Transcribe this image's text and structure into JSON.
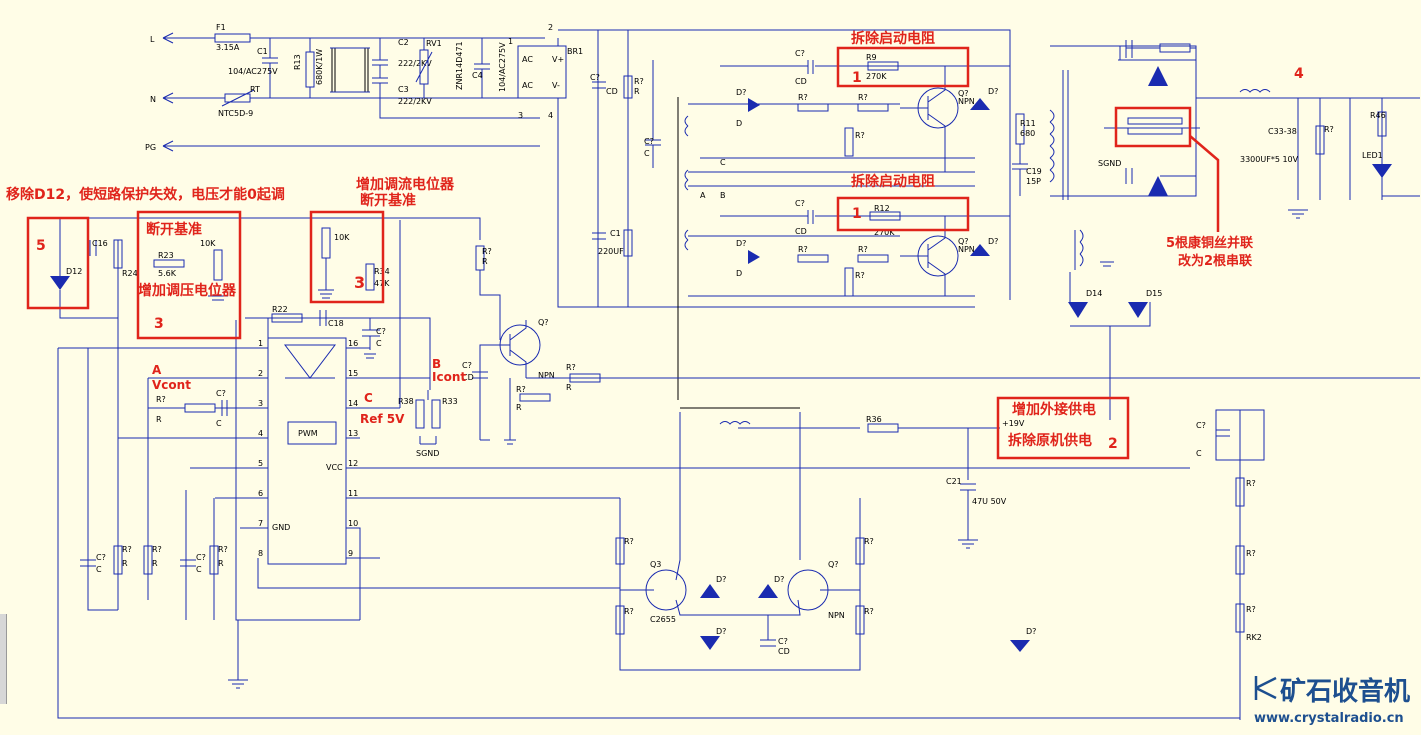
{
  "colors": {
    "background": "#fffde7",
    "wire": "#1a2bb0",
    "annotation": "#e0241b",
    "logo_blue": "#1d4f8f"
  },
  "terminals": {
    "L": "L",
    "N": "N",
    "PG": "PG"
  },
  "input": {
    "f1": "F1",
    "f1v": "3.15A",
    "c1": "C1",
    "c1v": "104/AC275V",
    "rt": "RT",
    "rtv": "NTC5D-9",
    "r13": "R13",
    "r13v": "680K/1W",
    "c2": "C2",
    "c2v": "222/2KV",
    "c3": "C3",
    "c3v": "222/2KV",
    "rv1": "RV1",
    "rv1v": "ZNR14D471",
    "c4": "C4",
    "c4v": "104/AC275V",
    "br1": "BR1",
    "ac1": "AC",
    "ac2": "AC",
    "vp": "V+",
    "vm": "V-",
    "p2": "2",
    "p3": "3",
    "p4": "4",
    "p1": "1"
  },
  "parts": {
    "c7": "C?",
    "cd": "CD",
    "d7": "D?",
    "d": "D",
    "r7": "R?",
    "r": "R",
    "c": "C",
    "npn": "NPN",
    "q7": "Q?",
    "r9": "R9",
    "r9v": "270K",
    "r12": "R12",
    "r12v": "270K",
    "r11": "R11",
    "r11v": "680",
    "c19": "C19",
    "c19v": "15P",
    "c1b": "C1",
    "c1bv": "220UF",
    "nA": "A",
    "nB": "B",
    "nC": "C",
    "r36": "R36",
    "v19": "+19V",
    "c21": "C21",
    "c21v": "47U 50V",
    "q3": "Q3",
    "q3v": "C2655",
    "r46": "R46",
    "led1": "LED1",
    "c3338": "C33-38",
    "c3338v": "3300UF*5 10V",
    "d14": "D14",
    "d15": "D15",
    "sgnd": "SGND",
    "rk2": "RK2",
    "r23": "R23",
    "r23v": "5.6K",
    "k10": "10K",
    "r34": "R34",
    "r34v": "47K",
    "r22": "R22",
    "c18": "C18",
    "r38": "R38",
    "r33": "R33",
    "r24": "R24",
    "c16": "C16",
    "d12": "D12",
    "sgnd2": "SGND"
  },
  "ic": {
    "pwm": "PWM",
    "vcc": "VCC",
    "gnd": "GND",
    "pins": [
      "1",
      "2",
      "3",
      "4",
      "5",
      "6",
      "7",
      "8",
      "9",
      "10",
      "11",
      "12",
      "13",
      "14",
      "15",
      "16"
    ]
  },
  "annotations": {
    "remove_start_1": "拆除启动电阻",
    "num1": "1",
    "remove_start_2": "拆除启动电阻",
    "num1b": "1",
    "remove_d12": "移除D12，使短路保护失效，电压才能0起调",
    "num5": "5",
    "break_ref": "断开基准",
    "add_vpot": "增加调压电位器",
    "num3": "3",
    "add_ipot": "增加调流电位器",
    "break_ref2": "断开基准",
    "num3b": "3",
    "vcont_a": "A",
    "vcont": "Vcont",
    "icont_b": "B",
    "icont": "Icont",
    "ref_c": "C",
    "ref5v": "Ref 5V",
    "num4": "4",
    "wire_note": "5根康铜丝并联改为2根串联",
    "wire_note_l1": "5根康铜丝并联",
    "wire_note_l2": "改为2根串联",
    "ext_supply": "增加外接供电",
    "remove_orig": "拆除原机供电",
    "num2": "2"
  },
  "logo": {
    "name": "矿石收音机",
    "url": "www.crystalradio.cn"
  }
}
